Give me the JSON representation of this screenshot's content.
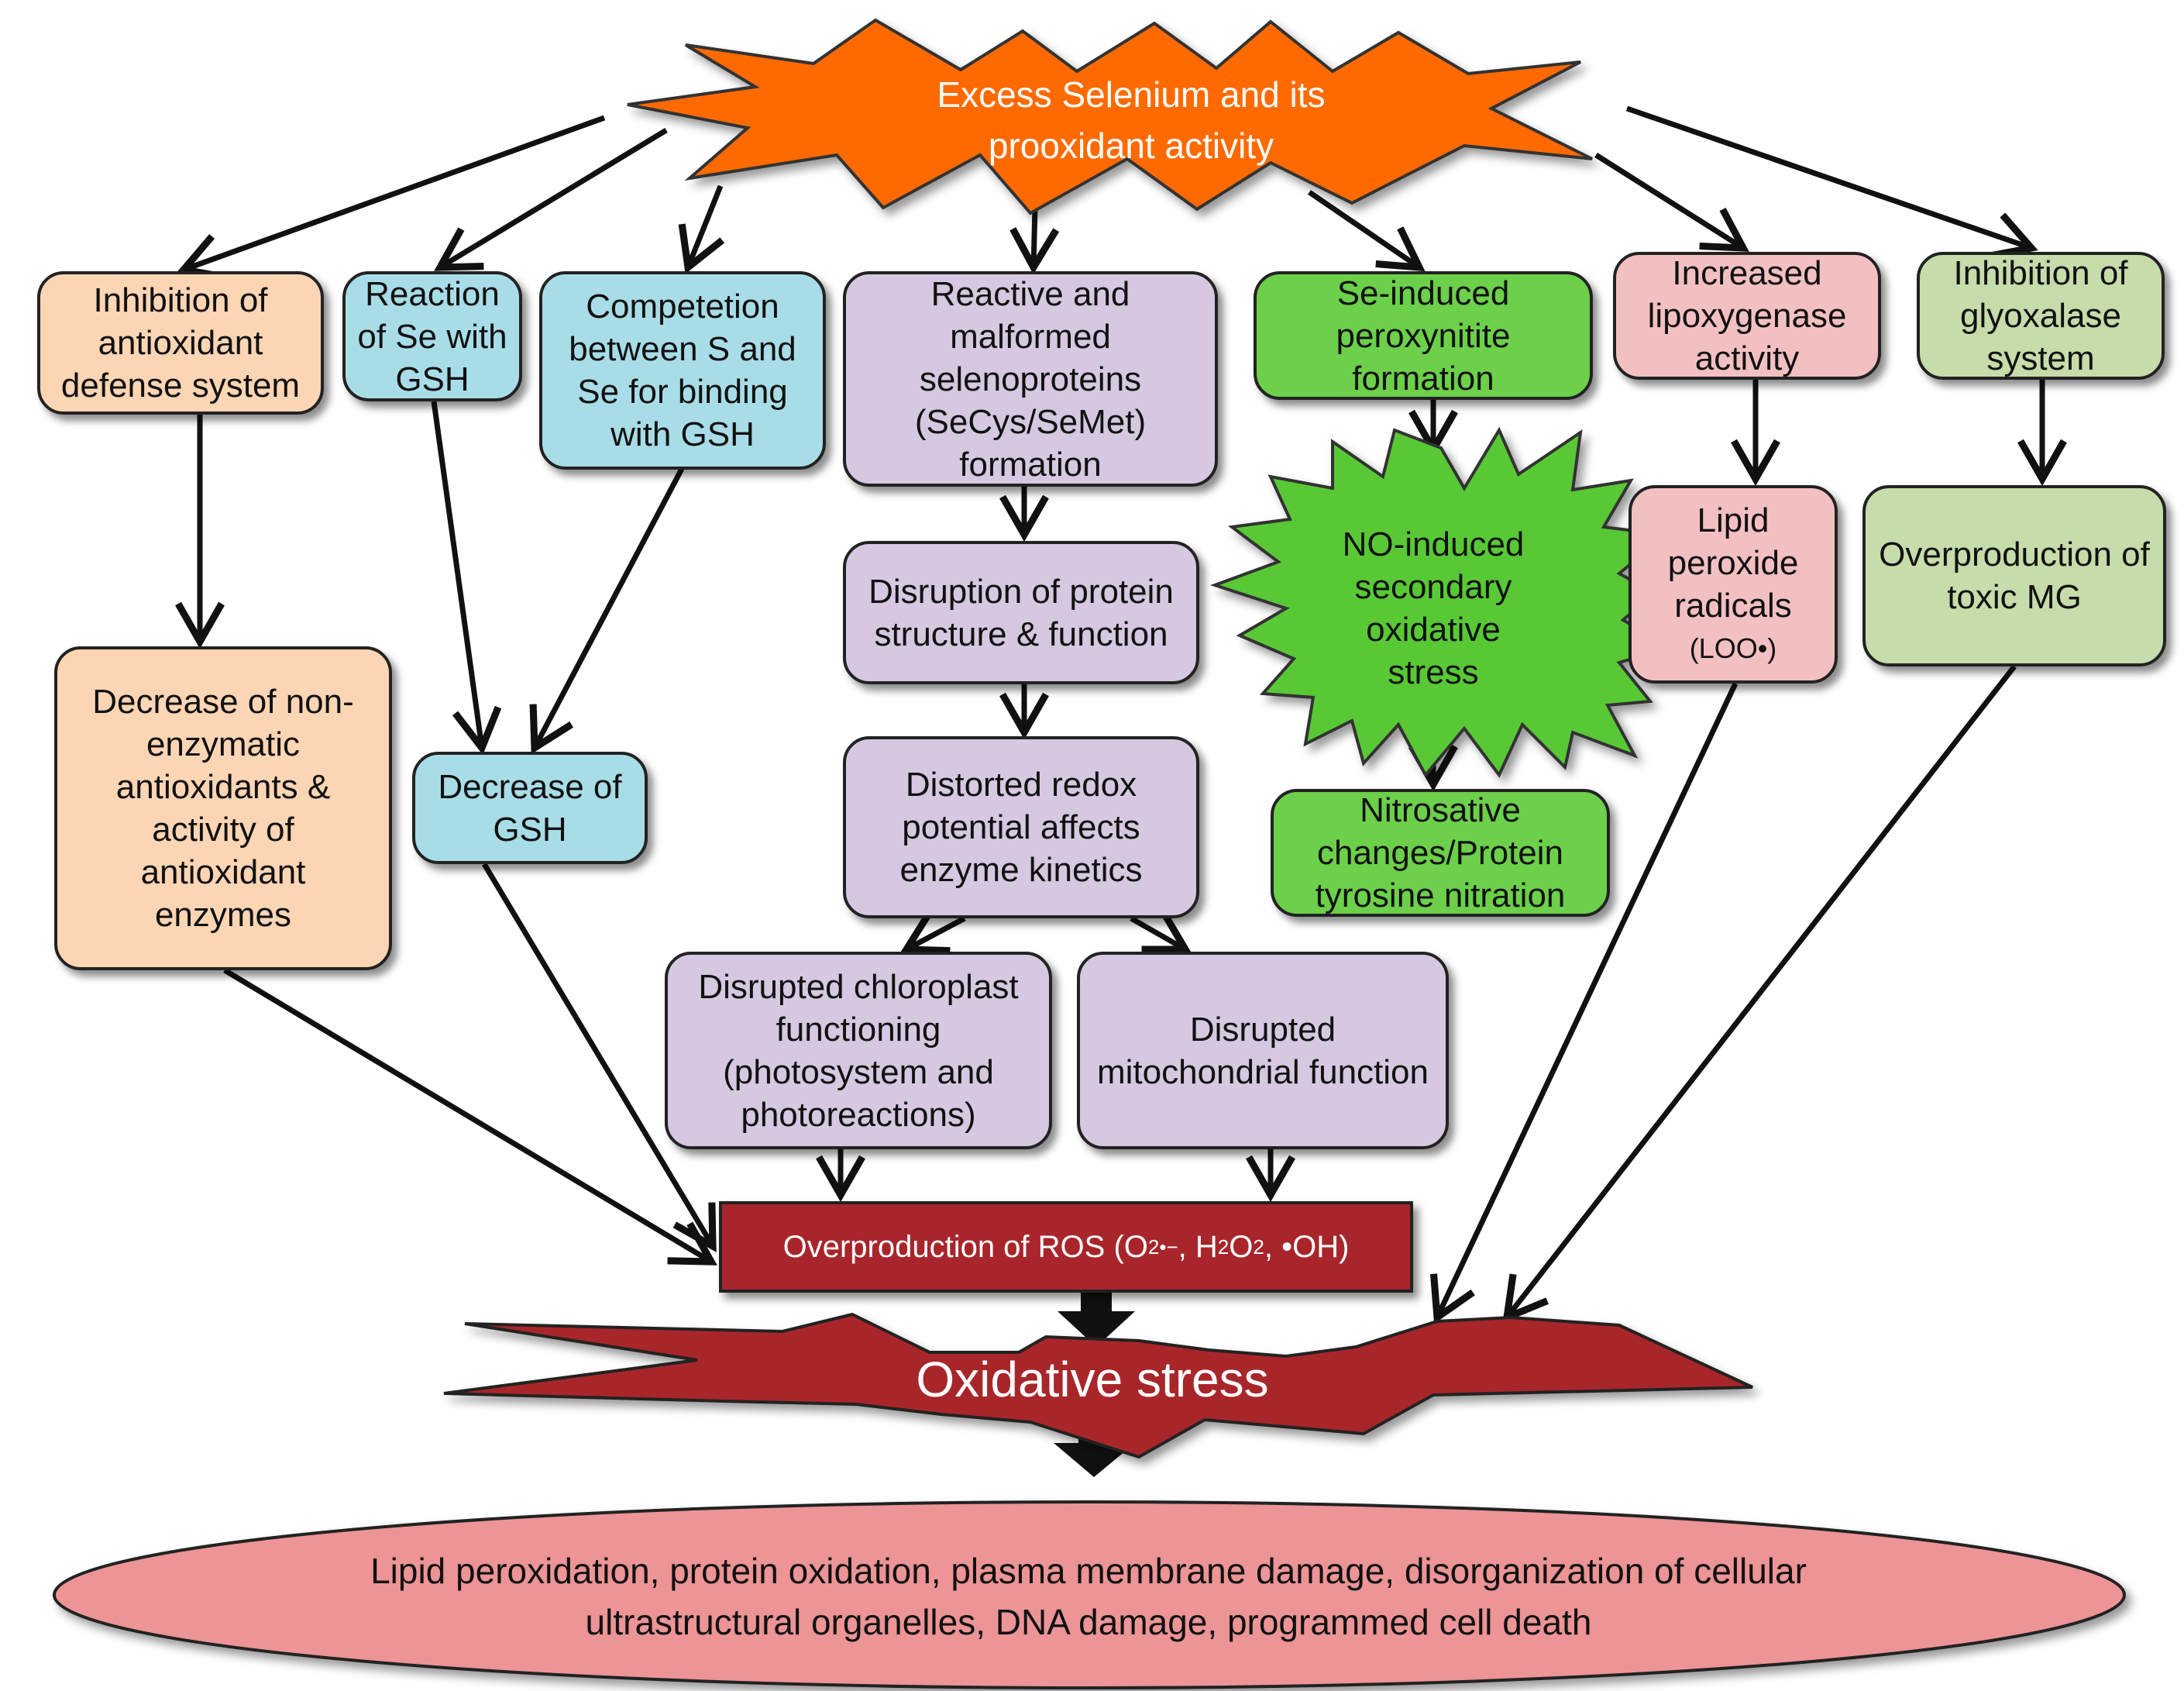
{
  "colors": {
    "orange": "#fcd5b4",
    "blue": "#a8dde8",
    "purple": "#d5c8e0",
    "green": "#6cd04a",
    "pink": "#f3c0c2",
    "light_green": "#c6dcaa",
    "burst_top": "#ff6a00",
    "dark_red": "#a8252b",
    "ellipse": "#ec9496"
  },
  "top_burst": {
    "text": "Excess Selenium  and its\nprooxidant activity"
  },
  "boxes": {
    "inhibition_antioxidant": "Inhibition of\nantioxidant\ndefense system",
    "reaction_se_gsh": "Reaction\nof Se with\nGSH",
    "competition": "Competetion\nbetween S and\nSe for binding\nwith GSH",
    "selenoproteins": "Reactive and\nmalformed\nselenoproteins\n(SeCys/SeMet)\nformation",
    "peroxynitrite": "Se-induced\nperoxynitite\nformation",
    "lipoxygenase": "Increased\nlipoxygenase\nactivity",
    "glyoxalase": "Inhibition of\nglyoxalase\nsystem",
    "decrease_nonenzymatic": "Decrease of non-\nenzymatic\nantioxidants &\nactivity of\nantioxidant\nenzymes",
    "decrease_gsh": "Decrease of\nGSH",
    "protein_disruption": "Disruption of protein\nstructure & function",
    "redox": "Distorted redox\npotential affects\nenzyme kinetics",
    "chloroplast": "Disrupted chloroplast\nfunctioning\n(photosystem and\nphotoreactions)",
    "mitochondrial": "Disrupted\nmitochondrial function",
    "nitrosative": "Nitrosative\nchanges/Protein\ntyrosine nitration",
    "lipid_peroxide": "Lipid\nperoxide\nradicals",
    "lipid_peroxide_formula": "(LOO•)",
    "overproduction_mg": "Overproduction of\ntoxic  MG"
  },
  "no_burst": {
    "text": "NO-induced\nsecondary\noxidative\nstress"
  },
  "ros": {
    "label": "Overproduction of ROS (O",
    "o2_sub": "2",
    "o2_sup": "•−",
    "h2o2_h": ", H",
    "h2o2_sub": "2",
    "h2o2_o": "O",
    "h2o2_sub2": "2",
    "oh": ", •OH)"
  },
  "oxidative_stress": {
    "text": "Oxidative stress"
  },
  "outcome": {
    "text": "Lipid peroxidation, protein oxidation, plasma membrane  damage, disorganization of cellular\nultrastructural organelles, DNA damage, programmed  cell death"
  }
}
